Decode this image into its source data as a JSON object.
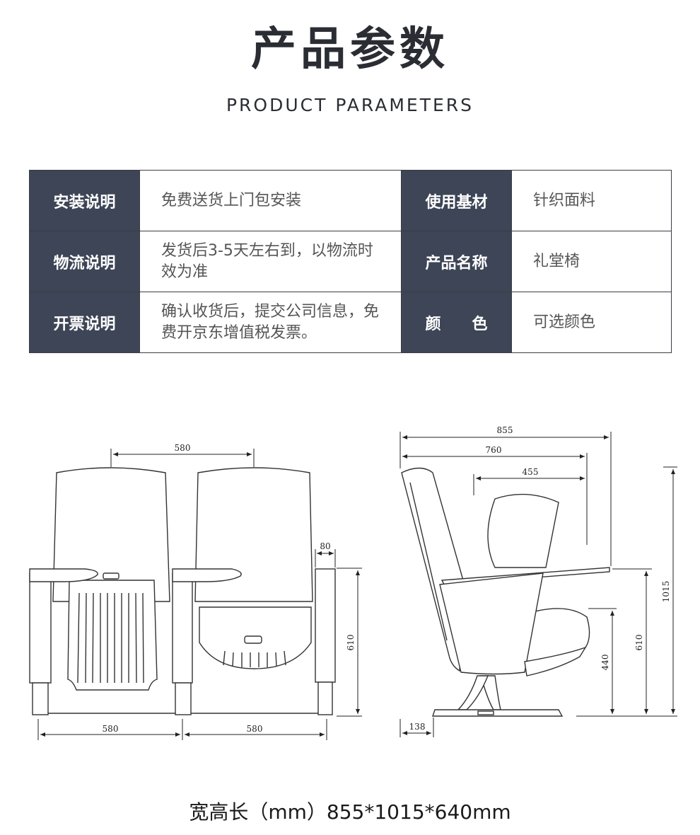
{
  "header": {
    "title": "产品参数",
    "subtitle": "PRODUCT PARAMETERS"
  },
  "params": [
    {
      "label": "安装说明",
      "value": "免费送货上门包安装",
      "label2": "使用基材",
      "value2": "针织面料"
    },
    {
      "label": "物流说明",
      "value": "发货后3-5天左右到，以物流时效为准",
      "label2": "产品名称",
      "value2": "礼堂椅"
    },
    {
      "label": "开票说明",
      "value": "确认收货后，提交公司信息，免费开京东增值税发票。",
      "label2": "颜　　色",
      "value2": "可选颜色"
    }
  ],
  "dimensions": {
    "front_top": "580",
    "front_arm": "80",
    "front_height": "610",
    "front_bottom_left": "580",
    "front_bottom_right": "580",
    "side_total": "855",
    "side_760": "760",
    "side_455": "455",
    "side_height": "1015",
    "side_arm": "610",
    "side_seat": "440",
    "side_base": "138"
  },
  "footer": {
    "text": "宽高长（mm）855*1015*640mm"
  }
}
